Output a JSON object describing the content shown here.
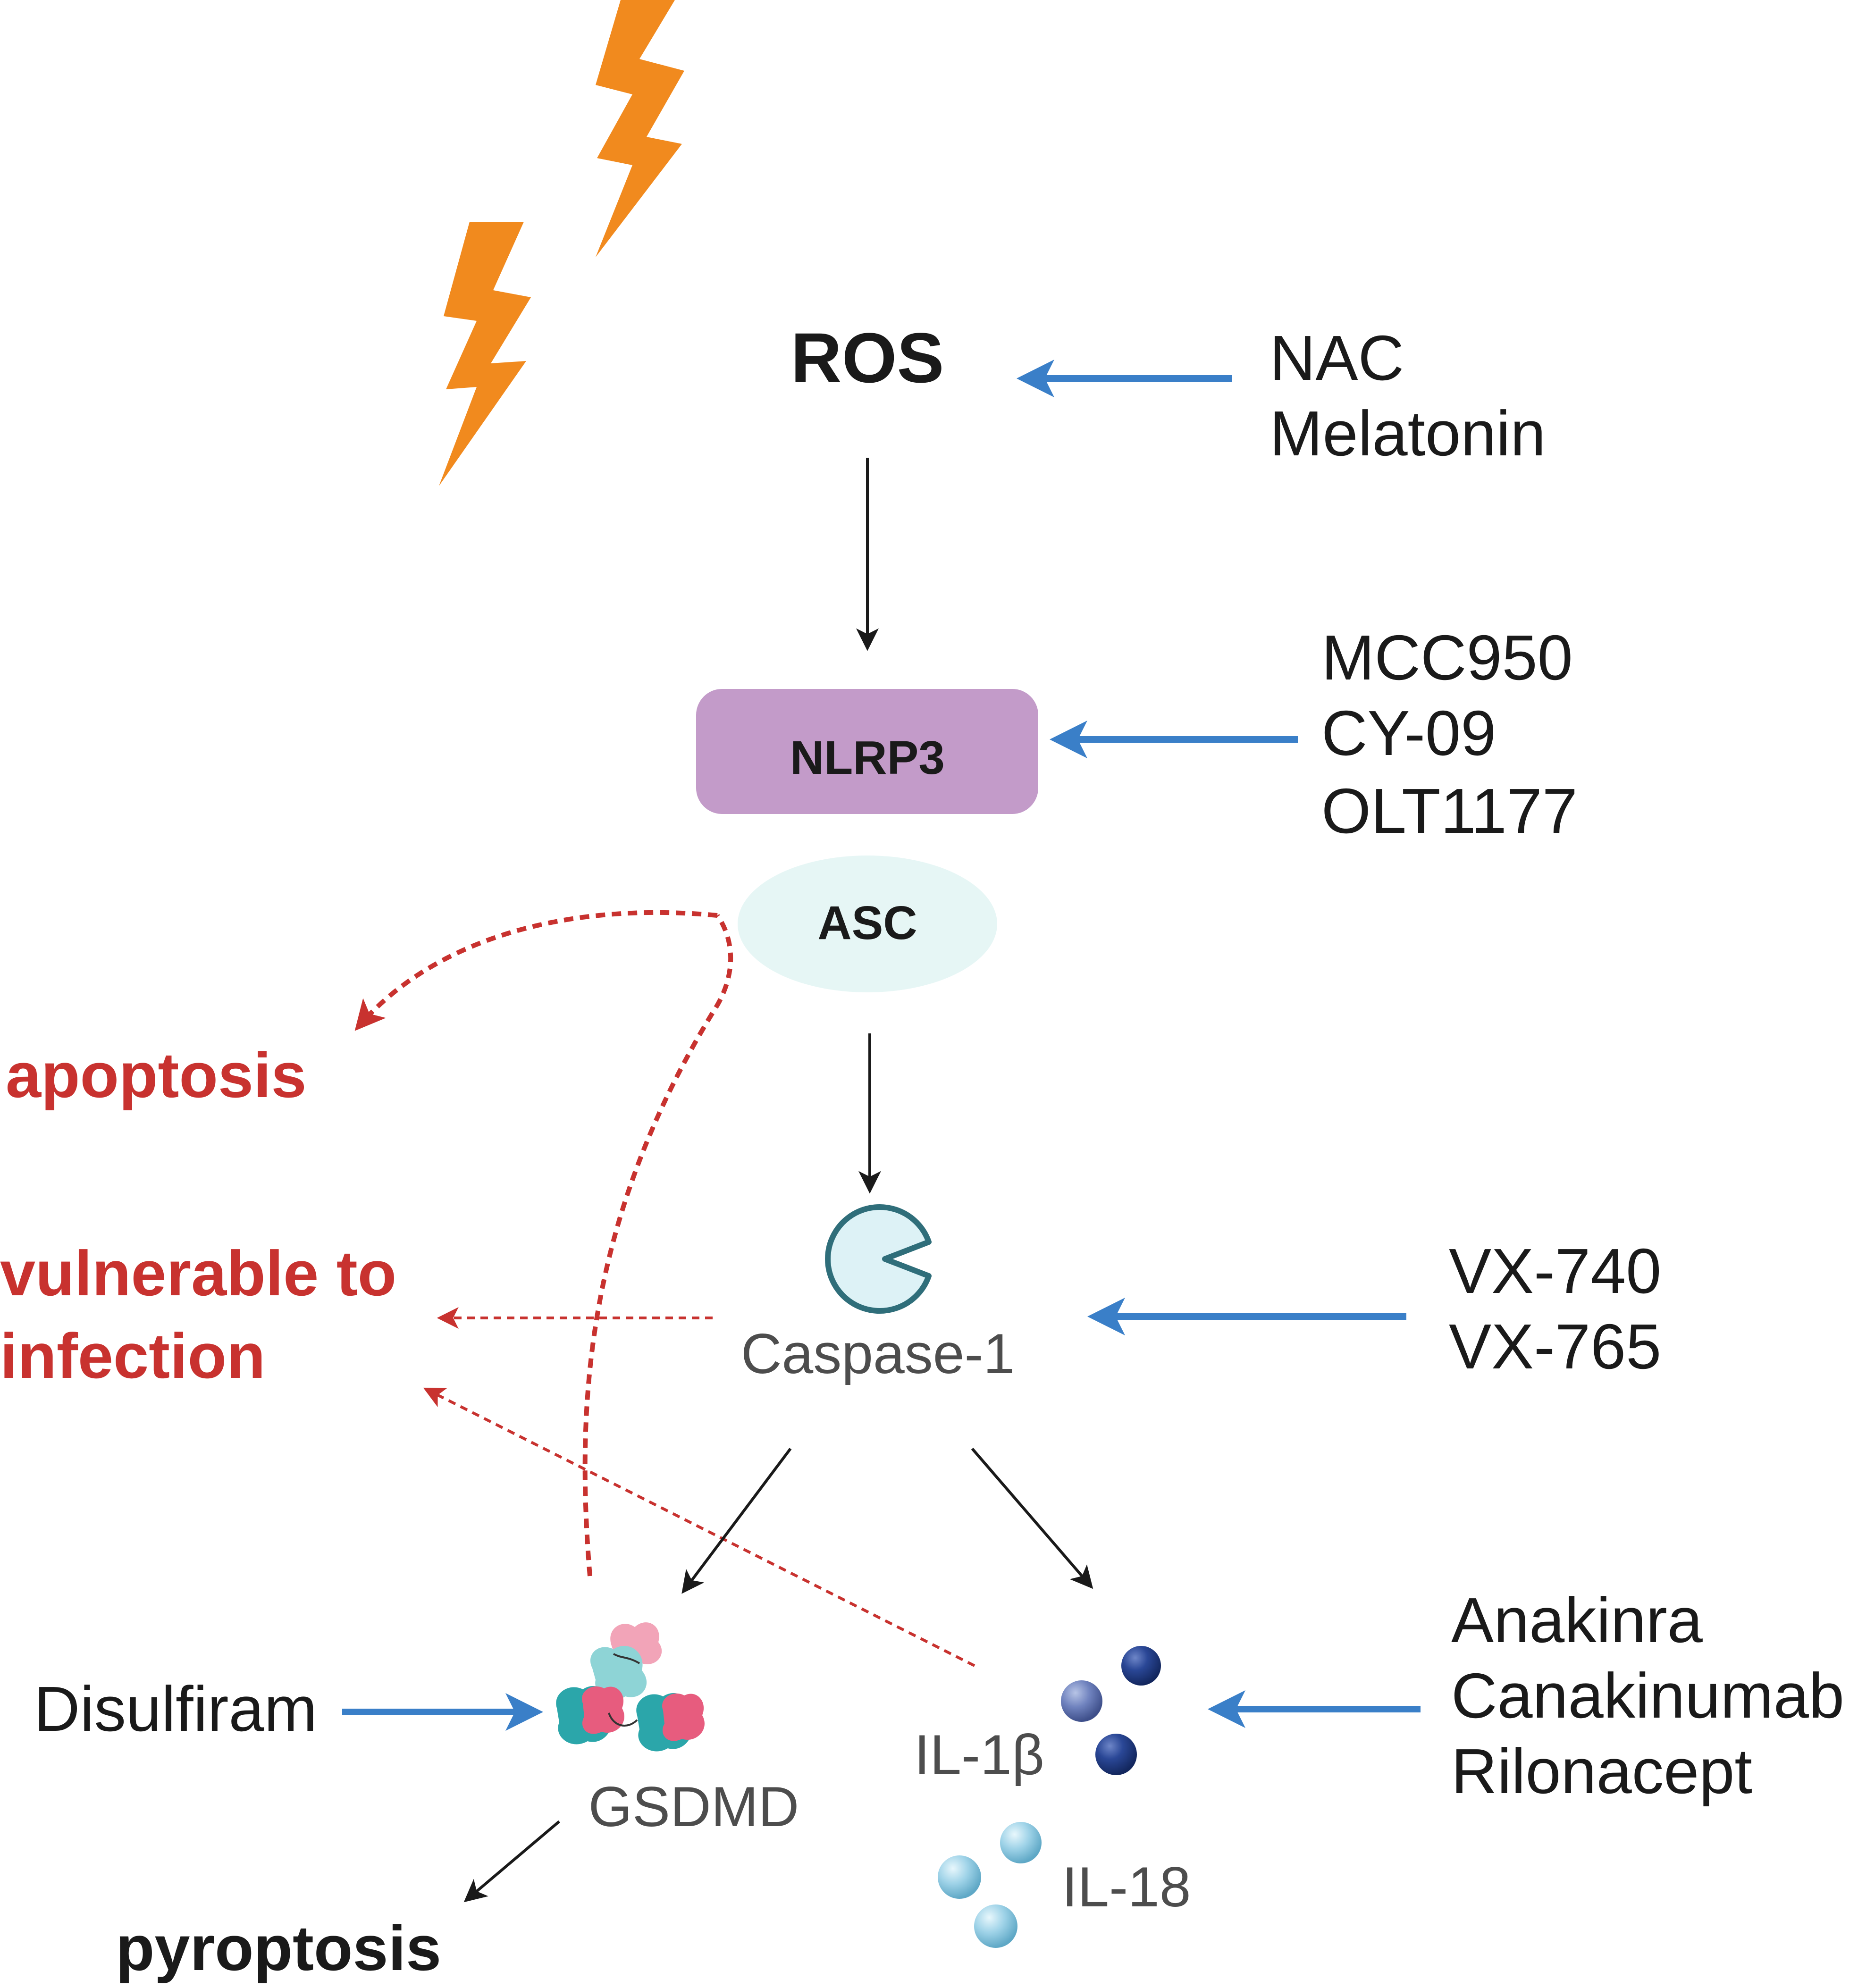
{
  "nodes": {
    "ros": "ROS",
    "nlrp3": "NLRP3",
    "asc": "ASC",
    "caspase1": "Caspase-1",
    "gsdmd": "GSDMD",
    "il1b": "IL-1β",
    "il18": "IL-18"
  },
  "outcomes": {
    "apoptosis": "apoptosis",
    "infection_line1": "vulnerable to",
    "infection_line2": "infection",
    "pyroptosis": "pyroptosis"
  },
  "inhibitors": {
    "ros": [
      "NAC",
      "Melatonin"
    ],
    "nlrp3": [
      "MCC950",
      "CY-09",
      "OLT1177"
    ],
    "caspase1": [
      "VX-740",
      "VX-765"
    ],
    "gsdmd": "Disulfiram",
    "il1b": [
      "Anakinra",
      "Canakinumab",
      "Rilonacept"
    ]
  },
  "colors": {
    "lightning": "#F18A1E",
    "nlrp3_box": "#C39BC9",
    "asc_ellipse": "#E6F6F5",
    "caspase_fill": "#DDF2F6",
    "caspase_stroke": "#2F6E7A",
    "inhibitor_arrow": "#3A7FC8",
    "outcome_red": "#C8322F",
    "pathway_arrow": "#1A1A1A",
    "node_gray": "#4D4D4D",
    "text_black": "#1A1A1A"
  }
}
